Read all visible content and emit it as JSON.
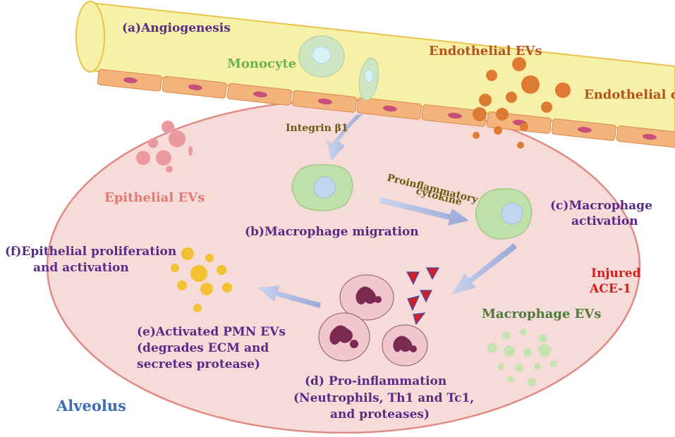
{
  "labels": {
    "angiogenesis": "(a)Angiogenesis",
    "monocyte": "Monocyte",
    "endothelial_evs": "Endothelial EVs",
    "endothelial_cell": "Endothelial cell",
    "integrin": "Integrin β1",
    "epithelial_evs": "Epithelial EVs",
    "proinflammatory_line1": "Proinflammatory",
    "proinflammatory_line2": "cytokine",
    "macrophage_activation_line1": "(c)Macrophage",
    "macrophage_activation_line2": "activation",
    "macrophage_migration": "(b)Macrophage migration",
    "epithelial_prolif_line1": "(f)Epithelial proliferation",
    "epithelial_prolif_line2": "and activation",
    "injured_line1": "Injured",
    "injured_line2": "ACE-1",
    "pmn_line1": "(e)Activated PMN EVs",
    "pmn_line2": "(degrades ECM and",
    "pmn_line3": "secretes protease)",
    "macrophage_evs": "Macrophage EVs",
    "pro_inflam_line1": "(d) Pro-inflammation",
    "pro_inflam_line2": "(Neutrophils, Th1 and Tc1,",
    "pro_inflam_line3": "and proteases)",
    "alveolus": "Alveolus"
  },
  "colors": {
    "vessel_fill": "#f7f0a8",
    "vessel_stroke": "#e8c54a",
    "alveolus_fill": "#f6dbd9",
    "alveolus_stroke": "#e08a86",
    "purple_text": "#5b2a86",
    "green_text": "#6fb24d",
    "orange_text": "#b5531c",
    "olive_text": "#6a5a10",
    "salmon_text": "#e07a72",
    "red_text": "#cc1f1f",
    "dark_green_text": "#4f7a3a",
    "blue_text": "#3b6cb4",
    "arrow": "#a9b8dc"
  }
}
